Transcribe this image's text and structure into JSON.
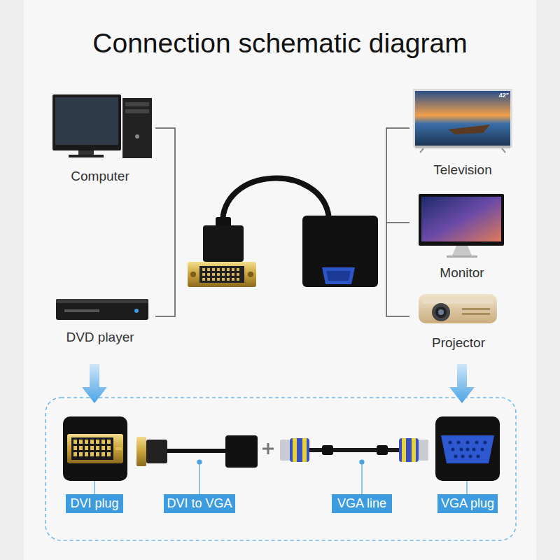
{
  "diagram": {
    "title": "Connection schematic diagram",
    "nodes": [
      {
        "text": [
          "DVI plug"
        ]
      },
      {
        "text": [
          "DVI to VGA"
        ]
      },
      {
        "text": [
          "VGA line"
        ]
      },
      {
        "text": [
          "VGA plug"
        ]
      }
    ],
    "labels": [
      "Computer",
      "DVD player",
      "Television",
      "Monitor",
      "Projector",
      "42\""
    ]
  }
}
